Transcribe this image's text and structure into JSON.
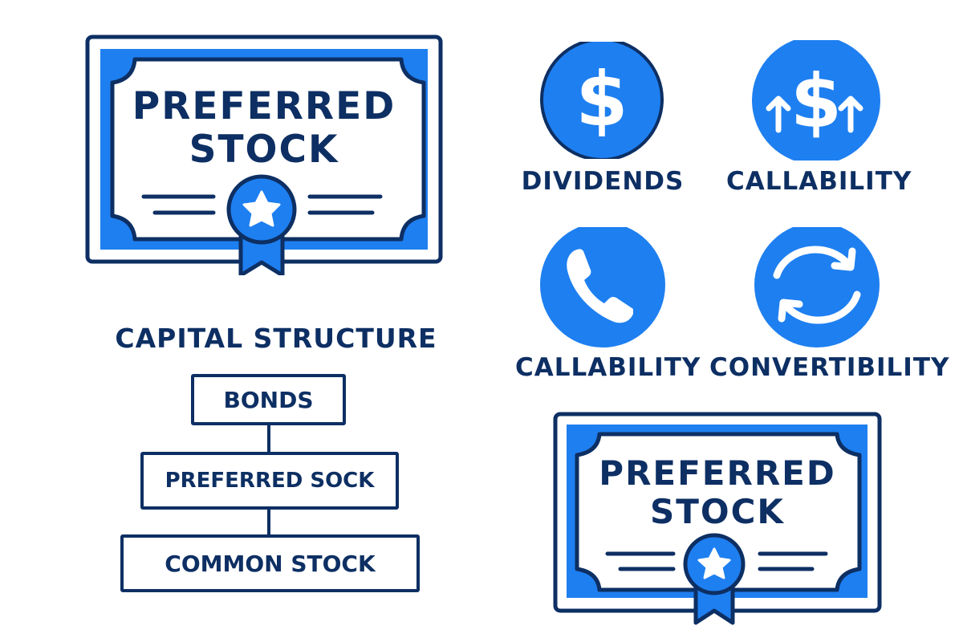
{
  "certificates": [
    {
      "title_line1": "PREFERRED",
      "title_line2": "STOCK"
    },
    {
      "title_line1": "PREFERRED",
      "title_line2": "STOCK"
    }
  ],
  "features": [
    {
      "label": "DIVIDENDS",
      "icon": "dollar-icon"
    },
    {
      "label": "CALLABILITY",
      "icon": "dollar-up-arrows-icon"
    },
    {
      "label": "CALLABILITY",
      "icon": "phone-icon"
    },
    {
      "label": "CONVERTIBILITY",
      "icon": "refresh-cycle-icon"
    }
  ],
  "capital_structure": {
    "title": "CAPITAL STRUCTURE",
    "levels": [
      "BONDS",
      "PREFERRED SOCK",
      "COMMON STOCK"
    ]
  },
  "colors": {
    "navy": "#0d2f63",
    "blue": "#1e7ff0",
    "white": "#ffffff"
  }
}
